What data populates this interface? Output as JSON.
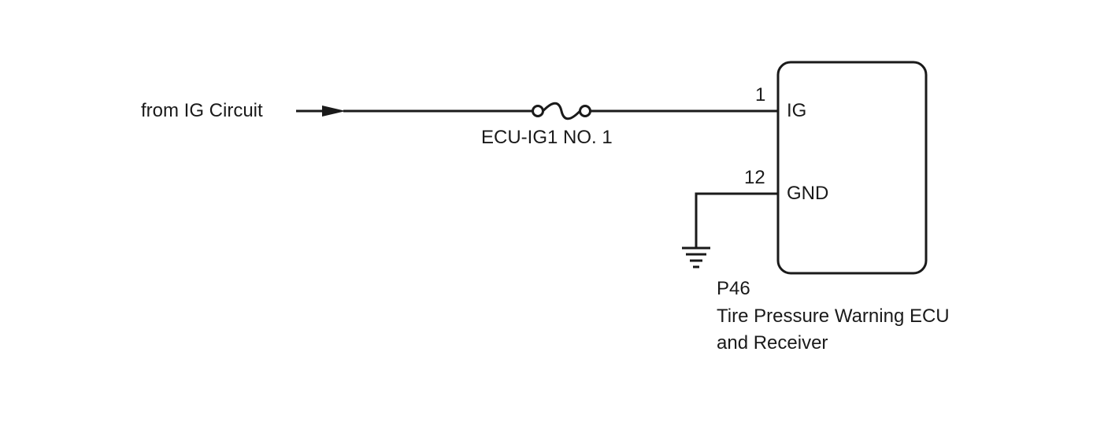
{
  "source": {
    "label": "from IG Circuit"
  },
  "fuse": {
    "label": "ECU-IG1 NO. 1"
  },
  "ecu": {
    "connector": "P46",
    "name_line1": "Tire Pressure Warning ECU",
    "name_line2": "and Receiver",
    "pins": [
      {
        "number": "1",
        "name": "IG"
      },
      {
        "number": "12",
        "name": "GND"
      }
    ]
  },
  "colors": {
    "line": "#1a1a1a",
    "background": "#ffffff"
  }
}
